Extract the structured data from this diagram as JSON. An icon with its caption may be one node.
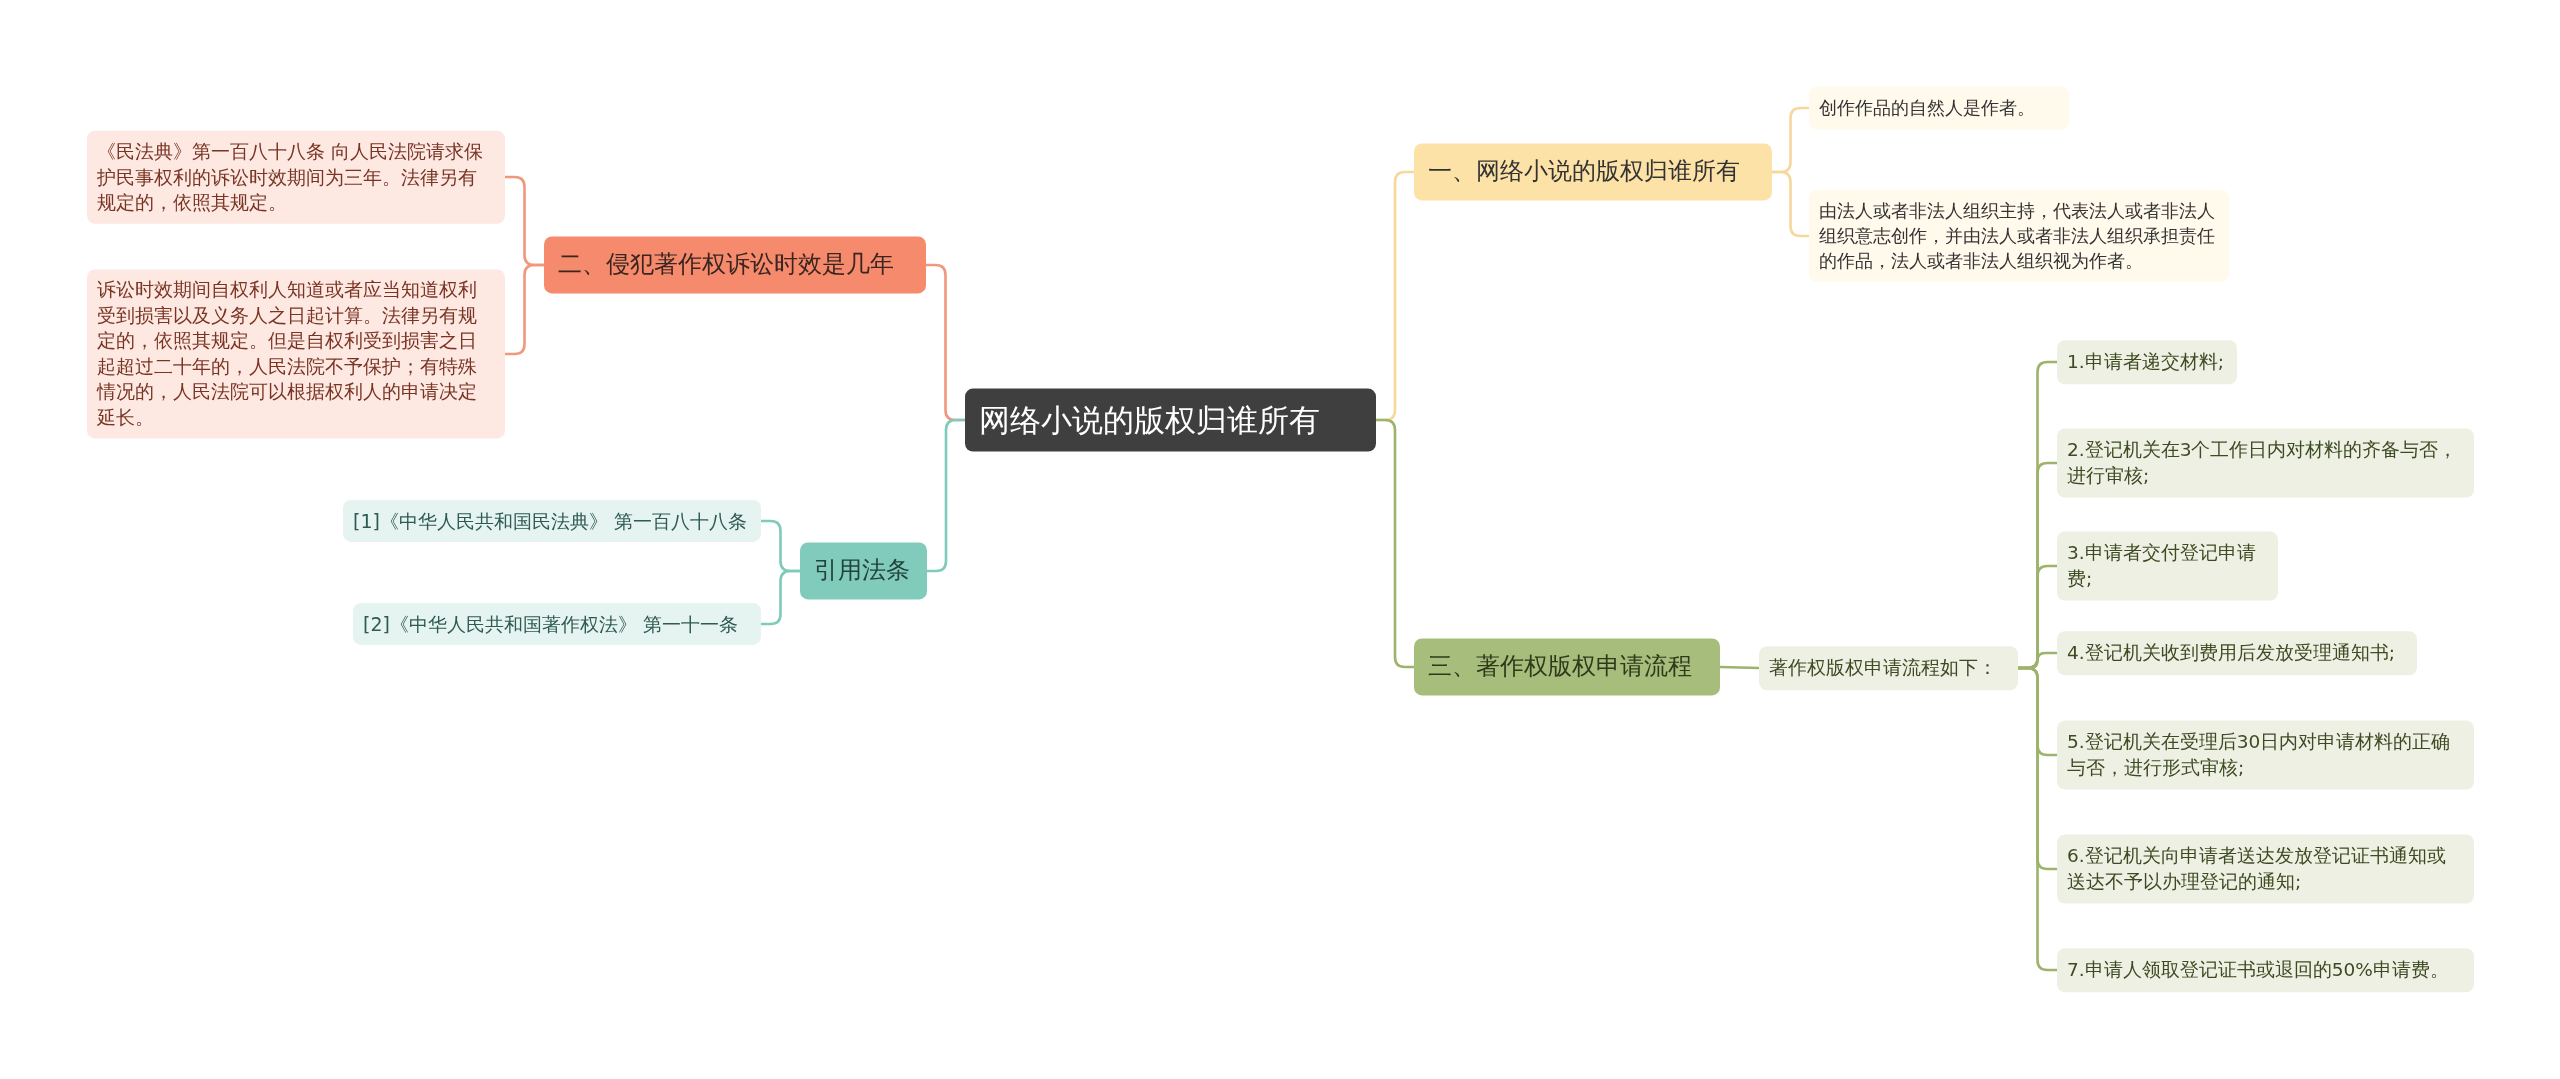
{
  "diagram": {
    "nodes": [
      {
        "text": [
          "网络小说的版权归谁所有"
        ]
      },
      {
        "text": [
          "一、网络小说的版权归谁所有"
        ]
      },
      {
        "text": [
          "创作作品的自然人是作者。"
        ]
      },
      {
        "text": [
          "由法人或者非法人组织主持，代表法人或者非法人组织意志创作，并由法人或者非法人组织承担责任的作品，法人或者非法人组织视为作者。"
        ]
      },
      {
        "text": [
          "三、著作权版权申请流程"
        ]
      },
      {
        "text": [
          "著作权版权申请流程如下："
        ]
      },
      {
        "text": [
          "1.申请者递交材料;"
        ]
      },
      {
        "text": [
          "2.登记机关在3个工作日内对材料的齐备与否，进行审核;"
        ]
      },
      {
        "text": [
          "3.申请者交付登记申请费;"
        ]
      },
      {
        "text": [
          "4.登记机关收到费用后发放受理通知书;"
        ]
      },
      {
        "text": [
          "5.登记机关在受理后30日内对申请材料的正确与否，进行形式审核;"
        ]
      },
      {
        "text": [
          "6.登记机关向申请者送达发放登记证书通知或送达不予以办理登记的通知;"
        ]
      },
      {
        "text": [
          "7.申请人领取登记证书或退回的50%申请费。"
        ]
      },
      {
        "text": [
          "二、侵犯著作权诉讼时效是几年"
        ]
      },
      {
        "text": [
          "《民法典》第一百八十八条 向人民法院请求保护民事权利的诉讼时效期间为三年。法律另有规定的，依照其规定。"
        ]
      },
      {
        "text": [
          "诉讼时效期间自权利人知道或者应当知道权利受到损害以及义务人之日起计算。法律另有规定的，依照其规定。但是自权利受到损害之日起超过二十年的，人民法院不予保护；有特殊情况的，人民法院可以根据权利人的申请决定延长。"
        ]
      },
      {
        "text": [
          "引用法条"
        ]
      },
      {
        "text": [
          "[1]《中华人民共和国民法典》 第一百八十八条"
        ]
      },
      {
        "text": [
          "[2]《中华人民共和国著作权法》 第一十一条"
        ]
      }
    ],
    "edges": [
      {
        "from": 0,
        "to": 1,
        "arrow": "none",
        "color": "#f7d89c"
      },
      {
        "from": 1,
        "to": 2,
        "arrow": "none",
        "color": "#f7d89c"
      },
      {
        "from": 1,
        "to": 3,
        "arrow": "none",
        "color": "#f7d89c"
      },
      {
        "from": 0,
        "to": 4,
        "arrow": "none"
      },
      {
        "from": 4,
        "to": 5,
        "arrow": "none"
      },
      {
        "from": 5,
        "to": 6,
        "arrow": "none"
      },
      {
        "from": 5,
        "to": 7,
        "arrow": "none"
      },
      {
        "from": 5,
        "to": 8,
        "arrow": "none"
      },
      {
        "from": 5,
        "to": 9,
        "arrow": "none"
      },
      {
        "from": 5,
        "to": 10,
        "arrow": "none"
      },
      {
        "from": 5,
        "to": 11,
        "arrow": "none"
      },
      {
        "from": 5,
        "to": 12,
        "arrow": "none"
      },
      {
        "from": 0,
        "to": 13,
        "arrow": "none",
        "color": "#f0977c"
      },
      {
        "from": 13,
        "to": 14,
        "arrow": "none",
        "color": "#f0977c"
      },
      {
        "from": 13,
        "to": 15,
        "arrow": "none",
        "color": "#f0977c"
      },
      {
        "from": 0,
        "to": 16,
        "arrow": "none",
        "color": "#7ecabb"
      },
      {
        "from": 16,
        "to": 17,
        "arrow": "none",
        "color": "#7ecabb"
      },
      {
        "from": 16,
        "to": 18,
        "arrow": "none",
        "color": "#7ecabb"
      }
    ]
  }
}
